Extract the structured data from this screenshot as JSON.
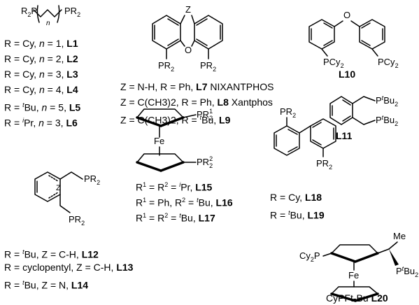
{
  "ligand_series": [
    {
      "R": "Cy",
      "n": "1",
      "id": "L1"
    },
    {
      "R": "Cy",
      "n": "2",
      "id": "L2"
    },
    {
      "R": "Cy",
      "n": "3",
      "id": "L3"
    },
    {
      "R": "Cy",
      "n": "4",
      "id": "L4"
    },
    {
      "R_sup": "t",
      "R": "Bu",
      "n": "5",
      "id": "L5"
    },
    {
      "R_sup": "i",
      "R": "Pr",
      "n": "3",
      "id": "L6"
    }
  ],
  "xanthene": [
    {
      "Z": "N-H",
      "R": "Ph",
      "id": "L7",
      "name": "NIXANTPHOS"
    },
    {
      "Z": "C(CH3)2",
      "R": "Ph",
      "id": "L8",
      "name": "Xantphos"
    },
    {
      "Z": "C(CH3)2",
      "R_sup": "t",
      "R": "Bu",
      "id": "L9"
    }
  ],
  "l10": {
    "id": "L10"
  },
  "l11": {
    "id": "L11"
  },
  "pincer": [
    {
      "R_sup": "t",
      "R": "Bu",
      "Z": "C-H",
      "id": "L12"
    },
    {
      "R": "cyclopentyl",
      "Z": "C-H",
      "id": "L13"
    },
    {
      "R_sup": "t",
      "R": "Bu",
      "Z": "N",
      "id": "L14"
    }
  ],
  "ferrocene": [
    {
      "R1_sup": "i",
      "R1": "Pr",
      "id": "L15"
    },
    {
      "R1": "Ph",
      "R2_sup": "t",
      "R2": "Bu",
      "id": "L16"
    },
    {
      "R1_sup": "t",
      "R1": "Bu",
      "id": "L17"
    }
  ],
  "biphenyl": [
    {
      "R": "Cy",
      "id": "L18"
    },
    {
      "R_sup": "t",
      "R": "Bu",
      "id": "L19"
    }
  ],
  "josiphos": {
    "name": "CyPFt-Bu",
    "id": "L20"
  }
}
